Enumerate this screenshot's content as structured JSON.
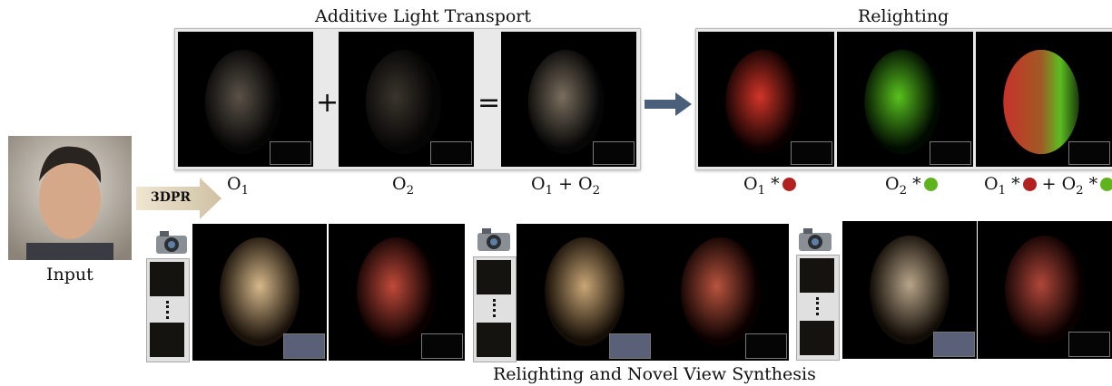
{
  "titles": {
    "additive": "Additive Light Transport",
    "relighting": "Relighting",
    "bottom": "Relighting and Novel View Synthesis"
  },
  "operators": {
    "plus": "+",
    "equals": "="
  },
  "labels": {
    "o1": "O",
    "o2": "O",
    "sum_a": "O",
    "sum_plus": " + O",
    "r1": "O",
    "r2": "O",
    "r3a": "O",
    "r3b": " + O",
    "times": " *",
    "sub1": "1",
    "sub2": "2"
  },
  "input_label": "Input",
  "method_label": "3DPR",
  "colors": {
    "red_dot": "#b32020",
    "green_dot": "#5fb41e",
    "arrow": "#4a5f7a",
    "method_arrow": "#d9cdb3"
  },
  "icons": [
    "camera-icon",
    "camera-icon",
    "camera-icon"
  ]
}
